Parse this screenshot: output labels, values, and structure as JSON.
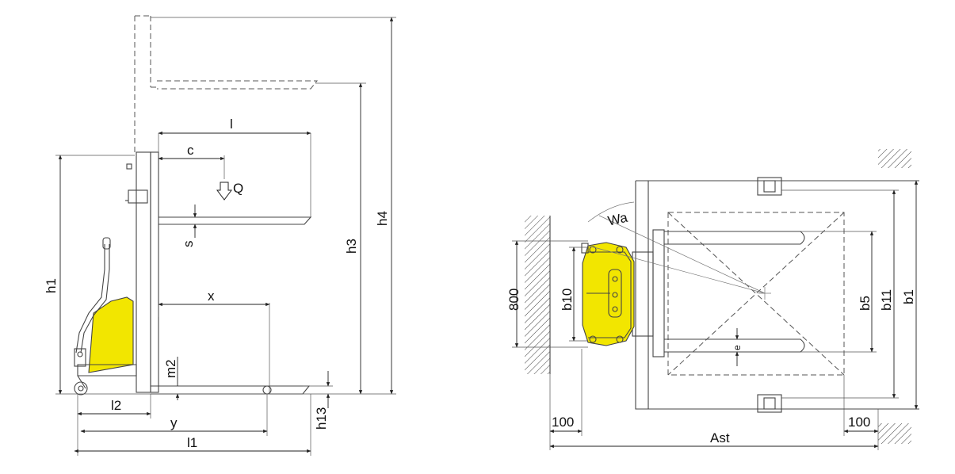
{
  "side_view": {
    "labels": {
      "l": "l",
      "c": "c",
      "Q": "Q",
      "s": "s",
      "h1": "h1",
      "h3": "h3",
      "h4": "h4",
      "x": "x",
      "m2": "m2",
      "l2": "l2",
      "y": "y",
      "l1": "l1",
      "h13": "h13"
    }
  },
  "top_view": {
    "labels": {
      "Wa": "Wa",
      "800": "800",
      "b10": "b10",
      "b5": "b5",
      "b11": "b11",
      "b1": "b1",
      "e": "e",
      "clear_left": "100",
      "clear_right": "100",
      "Ast": "Ast"
    }
  },
  "colors": {
    "truck_yellow": "#f2e600",
    "line": "#444444"
  }
}
